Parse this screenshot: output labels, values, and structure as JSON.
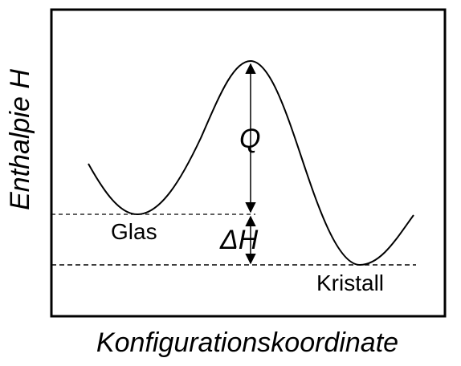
{
  "diagram": {
    "y_axis_label": "Enthalpie H",
    "x_axis_label": "Konfigurationskoordinate",
    "labels": {
      "peak_energy": "Q",
      "enthalpy_difference": "ΔH",
      "glass_state": "Glas",
      "crystal_state": "Kristall"
    }
  }
}
